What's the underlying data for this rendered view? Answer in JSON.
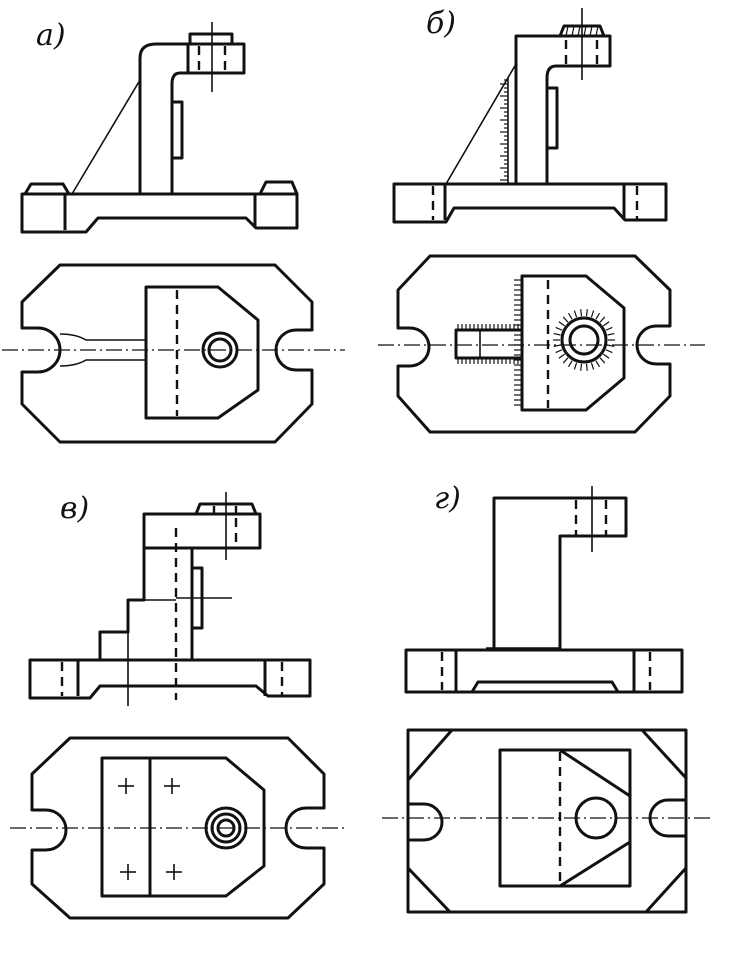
{
  "figure": {
    "panels": [
      {
        "id": "a",
        "label": "а)"
      },
      {
        "id": "b",
        "label": "б)"
      },
      {
        "id": "v",
        "label": "в)"
      },
      {
        "id": "g",
        "label": "г)"
      }
    ]
  }
}
